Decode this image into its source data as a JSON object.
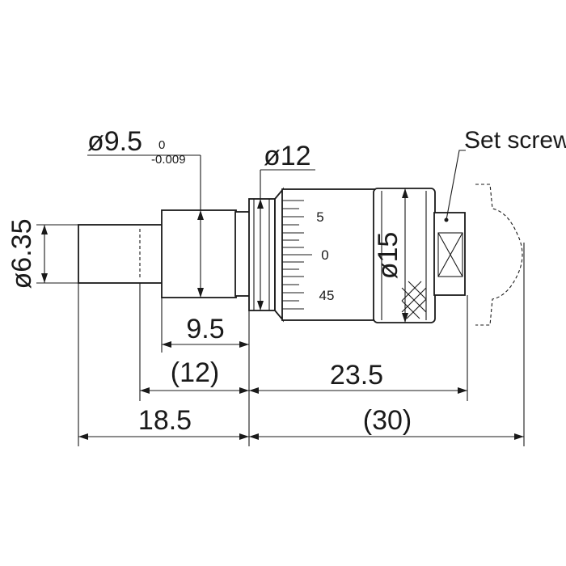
{
  "labels": {
    "set_screw": "Set screw",
    "dia_spindle": "ø6.35",
    "dia_sleeve": "ø9.5",
    "tol_upper": "0",
    "tol_lower": "-0.009",
    "dia_sleeve_ring": "ø12",
    "dia_thimble": "ø15"
  },
  "scale_marks": {
    "upper": "5",
    "center": "0",
    "lower": "45"
  },
  "dimensions": {
    "sleeve_len": "9.5",
    "sleeve_len_ref": "(12)",
    "thimble_len": "23.5",
    "spindle_to_datum": "18.5",
    "overall_ref": "(30)"
  }
}
